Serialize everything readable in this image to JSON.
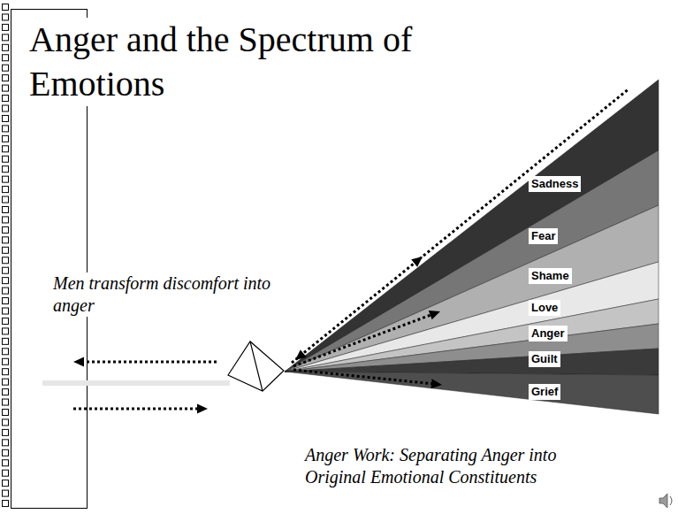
{
  "diagram": {
    "title": "Anger and the Spectrum of Emotions",
    "nodes": [
      {
        "text": [
          "Sadness"
        ]
      },
      {
        "text": [
          "Fear"
        ]
      },
      {
        "text": [
          "Shame"
        ]
      },
      {
        "text": [
          "Love"
        ]
      },
      {
        "text": [
          "Anger"
        ]
      },
      {
        "text": [
          "Guilt"
        ]
      },
      {
        "text": [
          "Grief"
        ]
      }
    ],
    "labels": [
      "Men transform discomfort into anger",
      "Anger Work: Separating Anger into Original Emotional Constituents"
    ]
  }
}
